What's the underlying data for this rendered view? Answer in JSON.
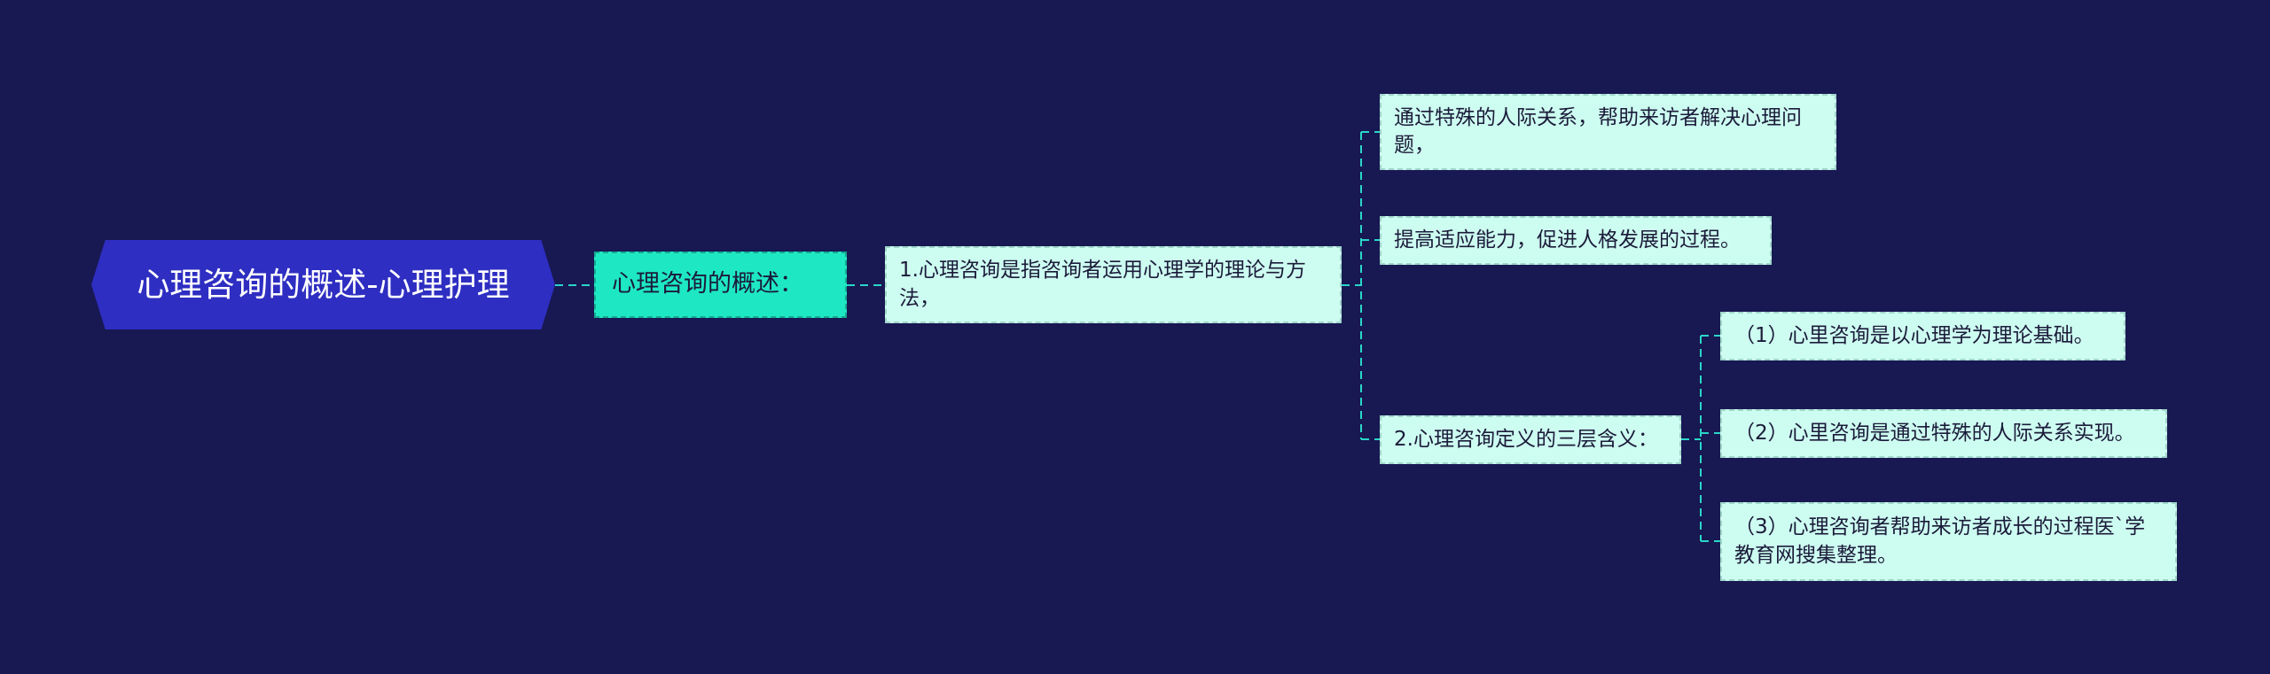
{
  "mindmap": {
    "root": "心理咨询的概述-心理护理",
    "branch": "心理咨询的概述：",
    "definition": "1.心理咨询是指咨询者运用心理学的理论与方法，",
    "point_a": "通过特殊的人际关系，帮助来访者解决心理问题，",
    "point_b": "提高适应能力，促进人格发展的过程。",
    "point_c": "2.心理咨询定义的三层含义：",
    "meaning_1": "（1）心里咨询是以心理学为理论基础。",
    "meaning_2": "（2）心里咨询是通过特殊的人际关系实现。",
    "meaning_3": "（3）心理咨询者帮助来访者成长的过程医`学教育网搜集整理。"
  },
  "colors": {
    "background": "#181852",
    "root_fill": "#2e2ec2",
    "branch_fill": "#1ee8c4",
    "leaf_fill": "#cdfcf0",
    "connector": "#2ad6c8"
  }
}
